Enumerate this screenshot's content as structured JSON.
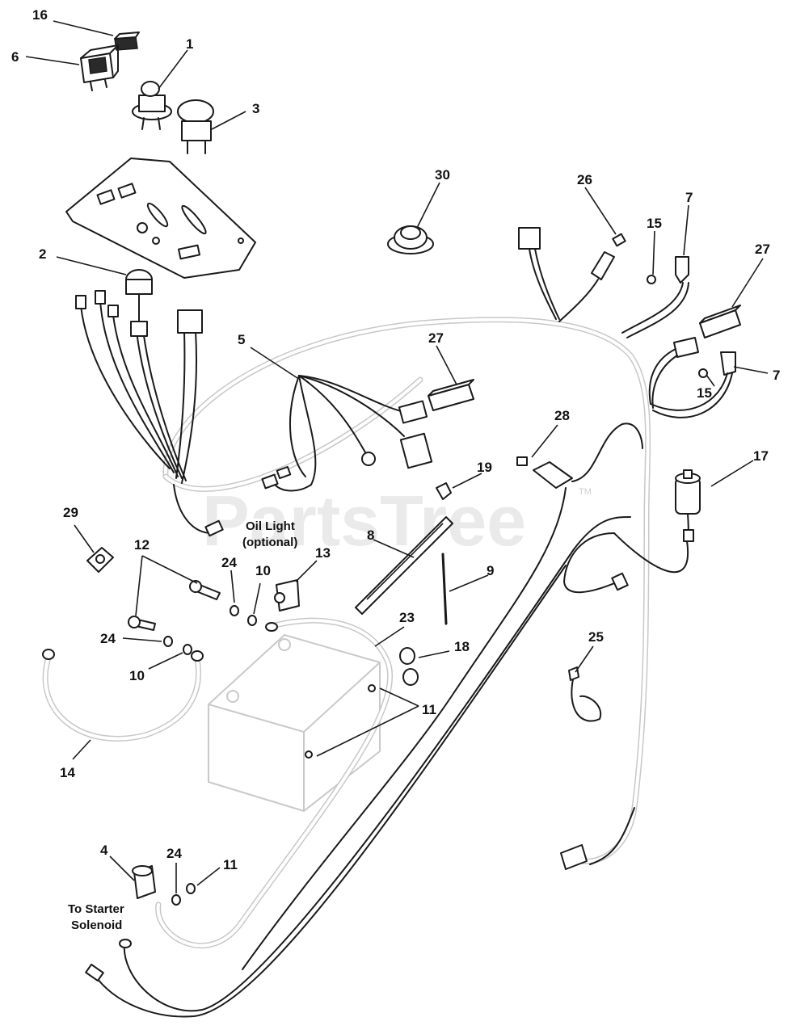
{
  "watermark": {
    "text": "PartsTree",
    "tm": "TM"
  },
  "notes": {
    "oil_light_line1": "Oil Light",
    "oil_light_line2": "(optional)",
    "starter_line1": "To Starter",
    "starter_line2": "Solenoid"
  },
  "callouts": [
    {
      "id": "c16",
      "label": "16"
    },
    {
      "id": "c6",
      "label": "6"
    },
    {
      "id": "c1",
      "label": "1"
    },
    {
      "id": "c3",
      "label": "3"
    },
    {
      "id": "c30",
      "label": "30"
    },
    {
      "id": "c26",
      "label": "26"
    },
    {
      "id": "c7a",
      "label": "7"
    },
    {
      "id": "c15a",
      "label": "15"
    },
    {
      "id": "c27a",
      "label": "27"
    },
    {
      "id": "c2",
      "label": "2"
    },
    {
      "id": "c5",
      "label": "5"
    },
    {
      "id": "c27b",
      "label": "27"
    },
    {
      "id": "c7b",
      "label": "7"
    },
    {
      "id": "c15b",
      "label": "15"
    },
    {
      "id": "c28",
      "label": "28"
    },
    {
      "id": "c17",
      "label": "17"
    },
    {
      "id": "c19",
      "label": "19"
    },
    {
      "id": "c29",
      "label": "29"
    },
    {
      "id": "c8",
      "label": "8"
    },
    {
      "id": "c12",
      "label": "12"
    },
    {
      "id": "c13",
      "label": "13"
    },
    {
      "id": "c24a",
      "label": "24"
    },
    {
      "id": "c10a",
      "label": "10"
    },
    {
      "id": "c9",
      "label": "9"
    },
    {
      "id": "c23",
      "label": "23"
    },
    {
      "id": "c18",
      "label": "18"
    },
    {
      "id": "c24b",
      "label": "24"
    },
    {
      "id": "c10b",
      "label": "10"
    },
    {
      "id": "c25",
      "label": "25"
    },
    {
      "id": "c11a",
      "label": "11"
    },
    {
      "id": "c14",
      "label": "14"
    },
    {
      "id": "c4",
      "label": "4"
    },
    {
      "id": "c24c",
      "label": "24"
    },
    {
      "id": "c11b",
      "label": "11"
    }
  ]
}
